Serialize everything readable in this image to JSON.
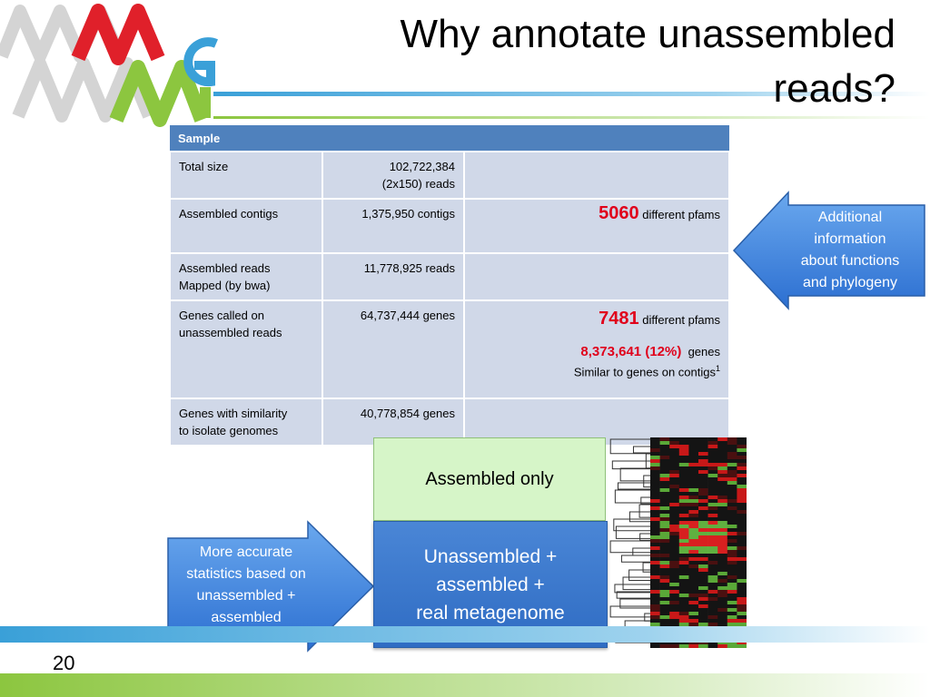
{
  "slide": {
    "title_line1": "Why annotate unassembled",
    "title_line2": "reads?",
    "page_number": "20"
  },
  "table": {
    "header": "Sample",
    "rows": [
      {
        "label": "Total size",
        "value_line1": "102,722,384",
        "value_line2": "(2x150) reads"
      },
      {
        "label": "Assembled contigs",
        "value": "1,375,950 contigs",
        "note_number": "5060",
        "note_text": "different pfams"
      },
      {
        "label_line1": "Assembled reads",
        "label_line2": "Mapped (by bwa)",
        "value": "11,778,925  reads"
      },
      {
        "label_line1": "Genes called on",
        "label_line2": "unassembled reads",
        "value": "64,737,444  genes",
        "note_number": "7481",
        "note_text": "different pfams",
        "note2_number": "8,373,641 (12%)",
        "note2_text": "genes",
        "note2_sub": "Similar to genes on contigs",
        "note2_sup": "1"
      },
      {
        "label_line1": "Genes with similarity",
        "label_line2": "to isolate genomes",
        "value": "40,778,854  genes"
      }
    ]
  },
  "callouts": {
    "right_lines": [
      "Additional",
      "information",
      "about functions",
      "and phylogeny"
    ],
    "left_lines": [
      "More accurate",
      "statistics based on",
      "unassembled +",
      "assembled"
    ]
  },
  "boxes": {
    "green_label": "Assembled only",
    "blue_lines": [
      "Unassembled +",
      "assembled +",
      "real metagenome"
    ]
  },
  "colors": {
    "header_blue": "#4f81bd",
    "cell_blue": "#d0d8e8",
    "highlight_red": "#e0001b",
    "logo_red": "#e0202a",
    "logo_green": "#8cc63f",
    "logo_gray": "#c8c8c8"
  }
}
